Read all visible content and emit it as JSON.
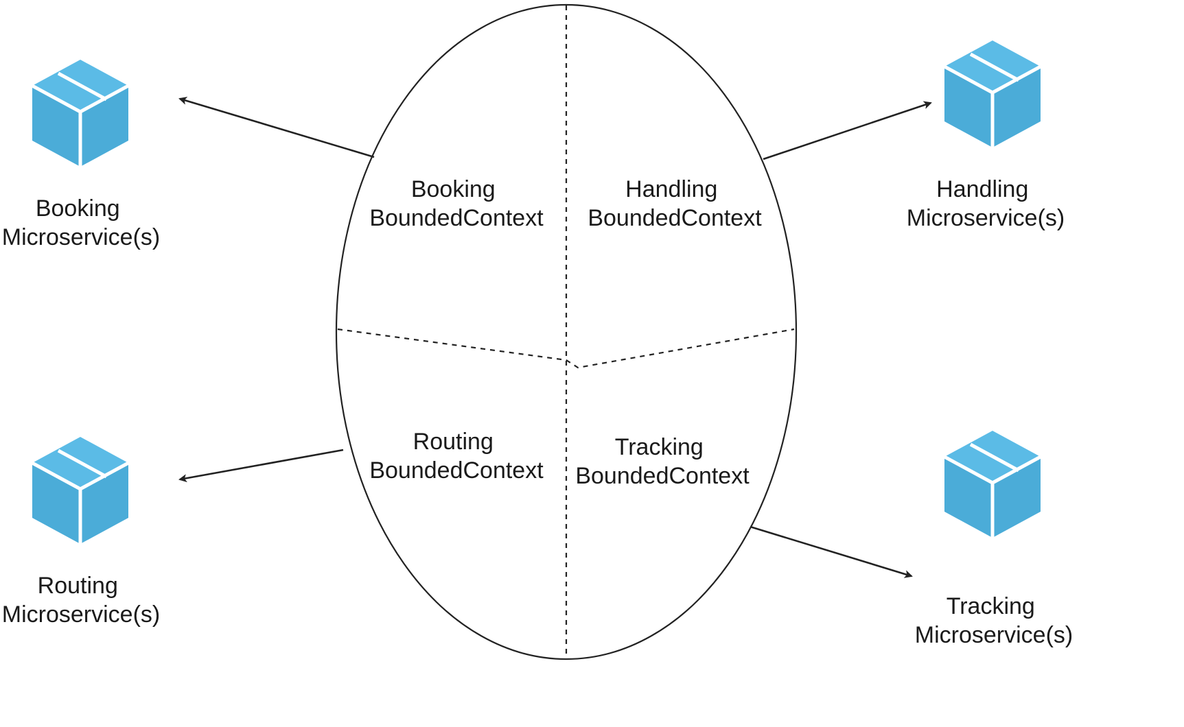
{
  "contexts": [
    {
      "id": "booking",
      "line1": "Booking",
      "line2": "BoundedContext"
    },
    {
      "id": "handling",
      "line1": "Handling",
      "line2": "BoundedContext"
    },
    {
      "id": "routing",
      "line1": "Routing",
      "line2": "BoundedContext"
    },
    {
      "id": "tracking",
      "line1": "Tracking",
      "line2": "BoundedContext"
    }
  ],
  "microservices": [
    {
      "id": "booking",
      "line1": "Booking",
      "line2": "Microservice(s)",
      "icon": "box-icon"
    },
    {
      "id": "handling",
      "line1": "Handling",
      "line2": "Microservice(s)",
      "icon": "box-icon"
    },
    {
      "id": "routing",
      "line1": "Routing",
      "line2": "Microservice(s)",
      "icon": "box-icon"
    },
    {
      "id": "tracking",
      "line1": "Tracking",
      "line2": "Microservice(s)",
      "icon": "box-icon"
    }
  ],
  "colors": {
    "cube_light": "#5bbbe6",
    "cube_front": "#4bacd8",
    "cube_seam": "#ffffff",
    "line": "#222222",
    "text": "#1a1a1a"
  }
}
